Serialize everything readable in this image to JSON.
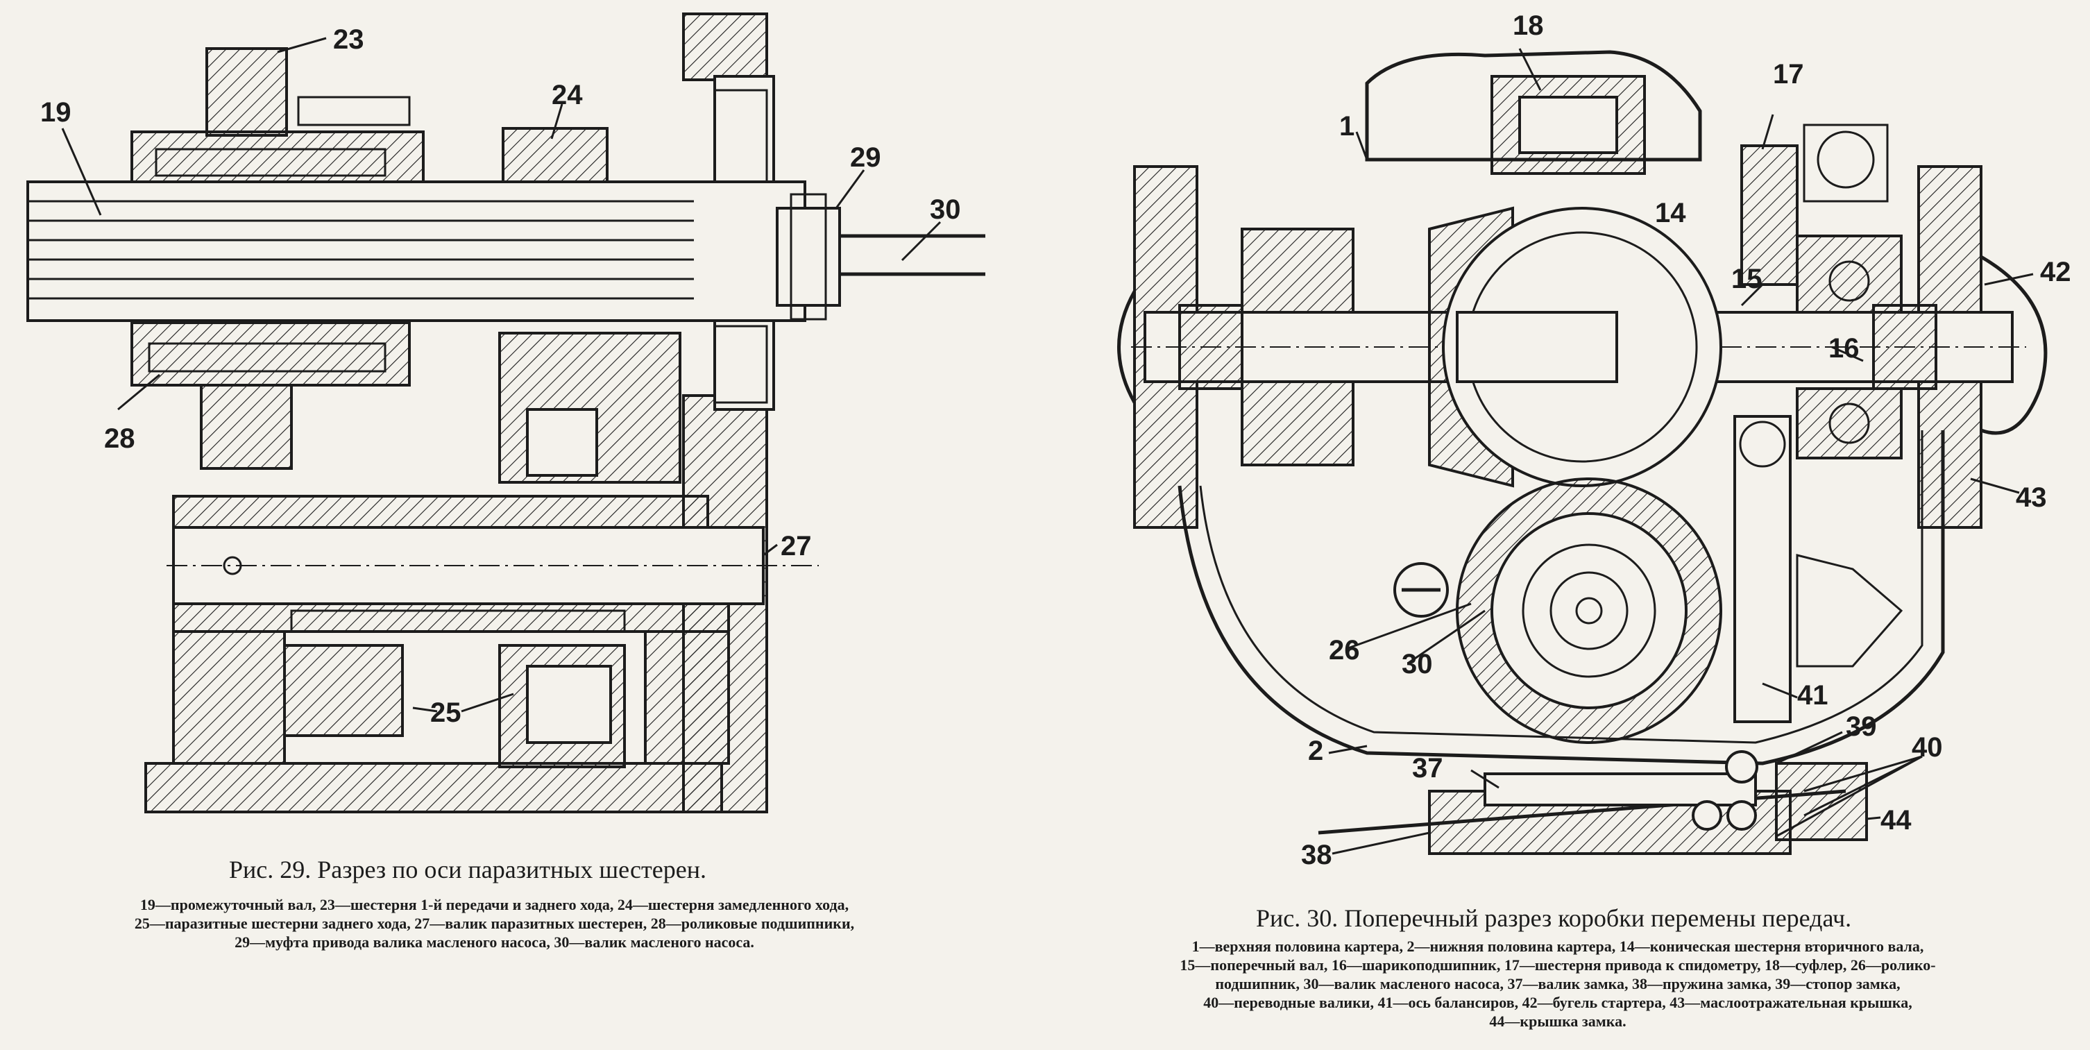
{
  "fig29": {
    "caption": "Рис. 29. Разрез по оси паразитных шестерен.",
    "legend": [
      "19—промежуточный вал, 23—шестерня 1-й передачи и заднего хода, 24—шестерня замедленного хода,",
      "25—паразитные шестерни заднего хода, 27—валик паразитных шестерен, 28—роликовые подшипники,",
      "29—муфта привода валика масленого насоса, 30—валик масленого насоса."
    ],
    "labels": {
      "l19": "19",
      "l23": "23",
      "l24": "24",
      "l29": "29",
      "l30": "30",
      "l28": "28",
      "l27": "27",
      "l25": "25"
    }
  },
  "fig30": {
    "caption": "Рис. 30. Поперечный разрез коробки перемены передач.",
    "legend": [
      "1—верхняя половина картера, 2—нижняя половина картера, 14—коническая шестерня вторичного вала,",
      "15—поперечный вал, 16—шарикоподшипник, 17—шестерня привода к спидометру, 18—суфлер, 26—ролико-",
      "подшипник, 30—валик масленого насоса, 37—валик замка, 38—пружина замка, 39—стопор замка,",
      "40—переводные валики, 41—ось балансиров, 42—бугель стартера, 43—маслоотражательная крышка,",
      "44—крышка замка."
    ],
    "labels": {
      "l18": "18",
      "l17": "17",
      "l1": "1",
      "l14": "14",
      "l15": "15",
      "l42": "42",
      "l16": "16",
      "l43": "43",
      "l26": "26",
      "l30": "30",
      "l41": "41",
      "l2": "2",
      "l39": "39",
      "l40": "40",
      "l37": "37",
      "l44": "44",
      "l38": "38"
    }
  }
}
